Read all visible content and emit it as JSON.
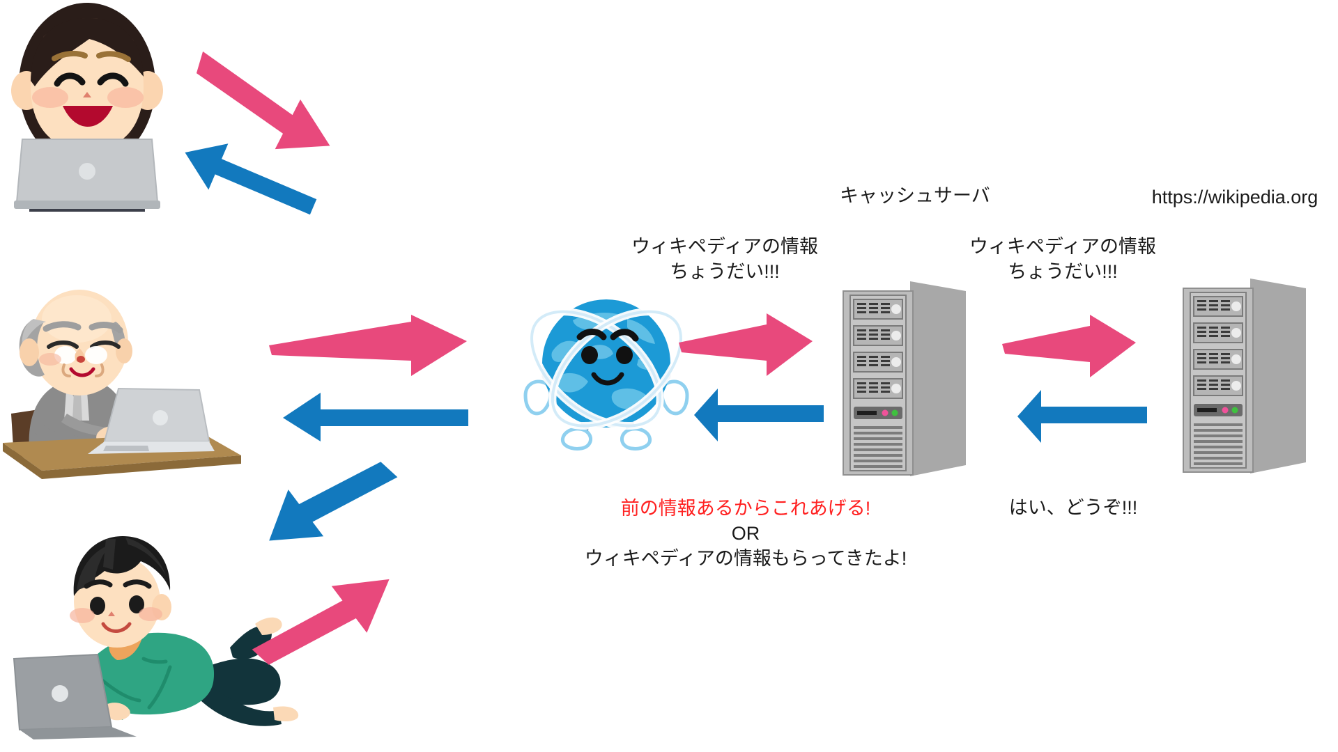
{
  "diagram": {
    "type": "network-cache-flow",
    "background_color": "#ffffff",
    "arrow_colors": {
      "request": "#e8497c",
      "response": "#1279be"
    },
    "title_text_color": "#1a1a1a",
    "highlight_text_color": "#ff2020"
  },
  "labels": {
    "cache_server": "キャッシュサーバ",
    "origin_url": "https://wikipedia.org",
    "request_to_cache_line1": "ウィキペディアの情報",
    "request_to_cache_line2": "ちょうだい!!!",
    "request_to_origin_line1": "ウィキペディアの情報",
    "request_to_origin_line2": "ちょうだい!!!",
    "cache_response_line1": "前の情報あるからこれあげる!",
    "cache_response_line2": "OR",
    "cache_response_line3": "ウィキペディアの情報もらってきたよ!",
    "origin_response": "はい、どうぞ!!!"
  },
  "actors": [
    {
      "id": "woman-laptop",
      "name": "笑顔の女性とノートパソコン",
      "kind": "user"
    },
    {
      "id": "elderly-man-desk",
      "name": "机でノートパソコンを使う高齢男性",
      "kind": "user"
    },
    {
      "id": "boy-lying-laptop",
      "name": "寝そべってノートパソコンを使う少年",
      "kind": "user"
    },
    {
      "id": "globe-character",
      "name": "インターネット（地球）キャラクター",
      "kind": "network"
    },
    {
      "id": "cache-server",
      "name": "キャッシュサーバ",
      "kind": "server"
    },
    {
      "id": "origin-server",
      "name": "オリジンサーバ",
      "kind": "server"
    }
  ],
  "arrows": [
    {
      "id": "woman-request",
      "direction": "down-right",
      "color": "#e8497c",
      "role": "request"
    },
    {
      "id": "woman-response",
      "direction": "up-left",
      "color": "#1279be",
      "role": "response"
    },
    {
      "id": "man-request",
      "direction": "right",
      "color": "#e8497c",
      "role": "request"
    },
    {
      "id": "man-response",
      "direction": "left",
      "color": "#1279be",
      "role": "response"
    },
    {
      "id": "boy-request",
      "direction": "up-right",
      "color": "#e8497c",
      "role": "request"
    },
    {
      "id": "boy-response",
      "direction": "down-left",
      "color": "#1279be",
      "role": "response"
    },
    {
      "id": "globe-to-cache-request",
      "direction": "right",
      "color": "#e8497c",
      "role": "request"
    },
    {
      "id": "cache-to-globe-response",
      "direction": "left",
      "color": "#1279be",
      "role": "response"
    },
    {
      "id": "cache-to-origin-request",
      "direction": "right",
      "color": "#e8497c",
      "role": "request"
    },
    {
      "id": "origin-to-cache-response",
      "direction": "left",
      "color": "#1279be",
      "role": "response"
    }
  ]
}
